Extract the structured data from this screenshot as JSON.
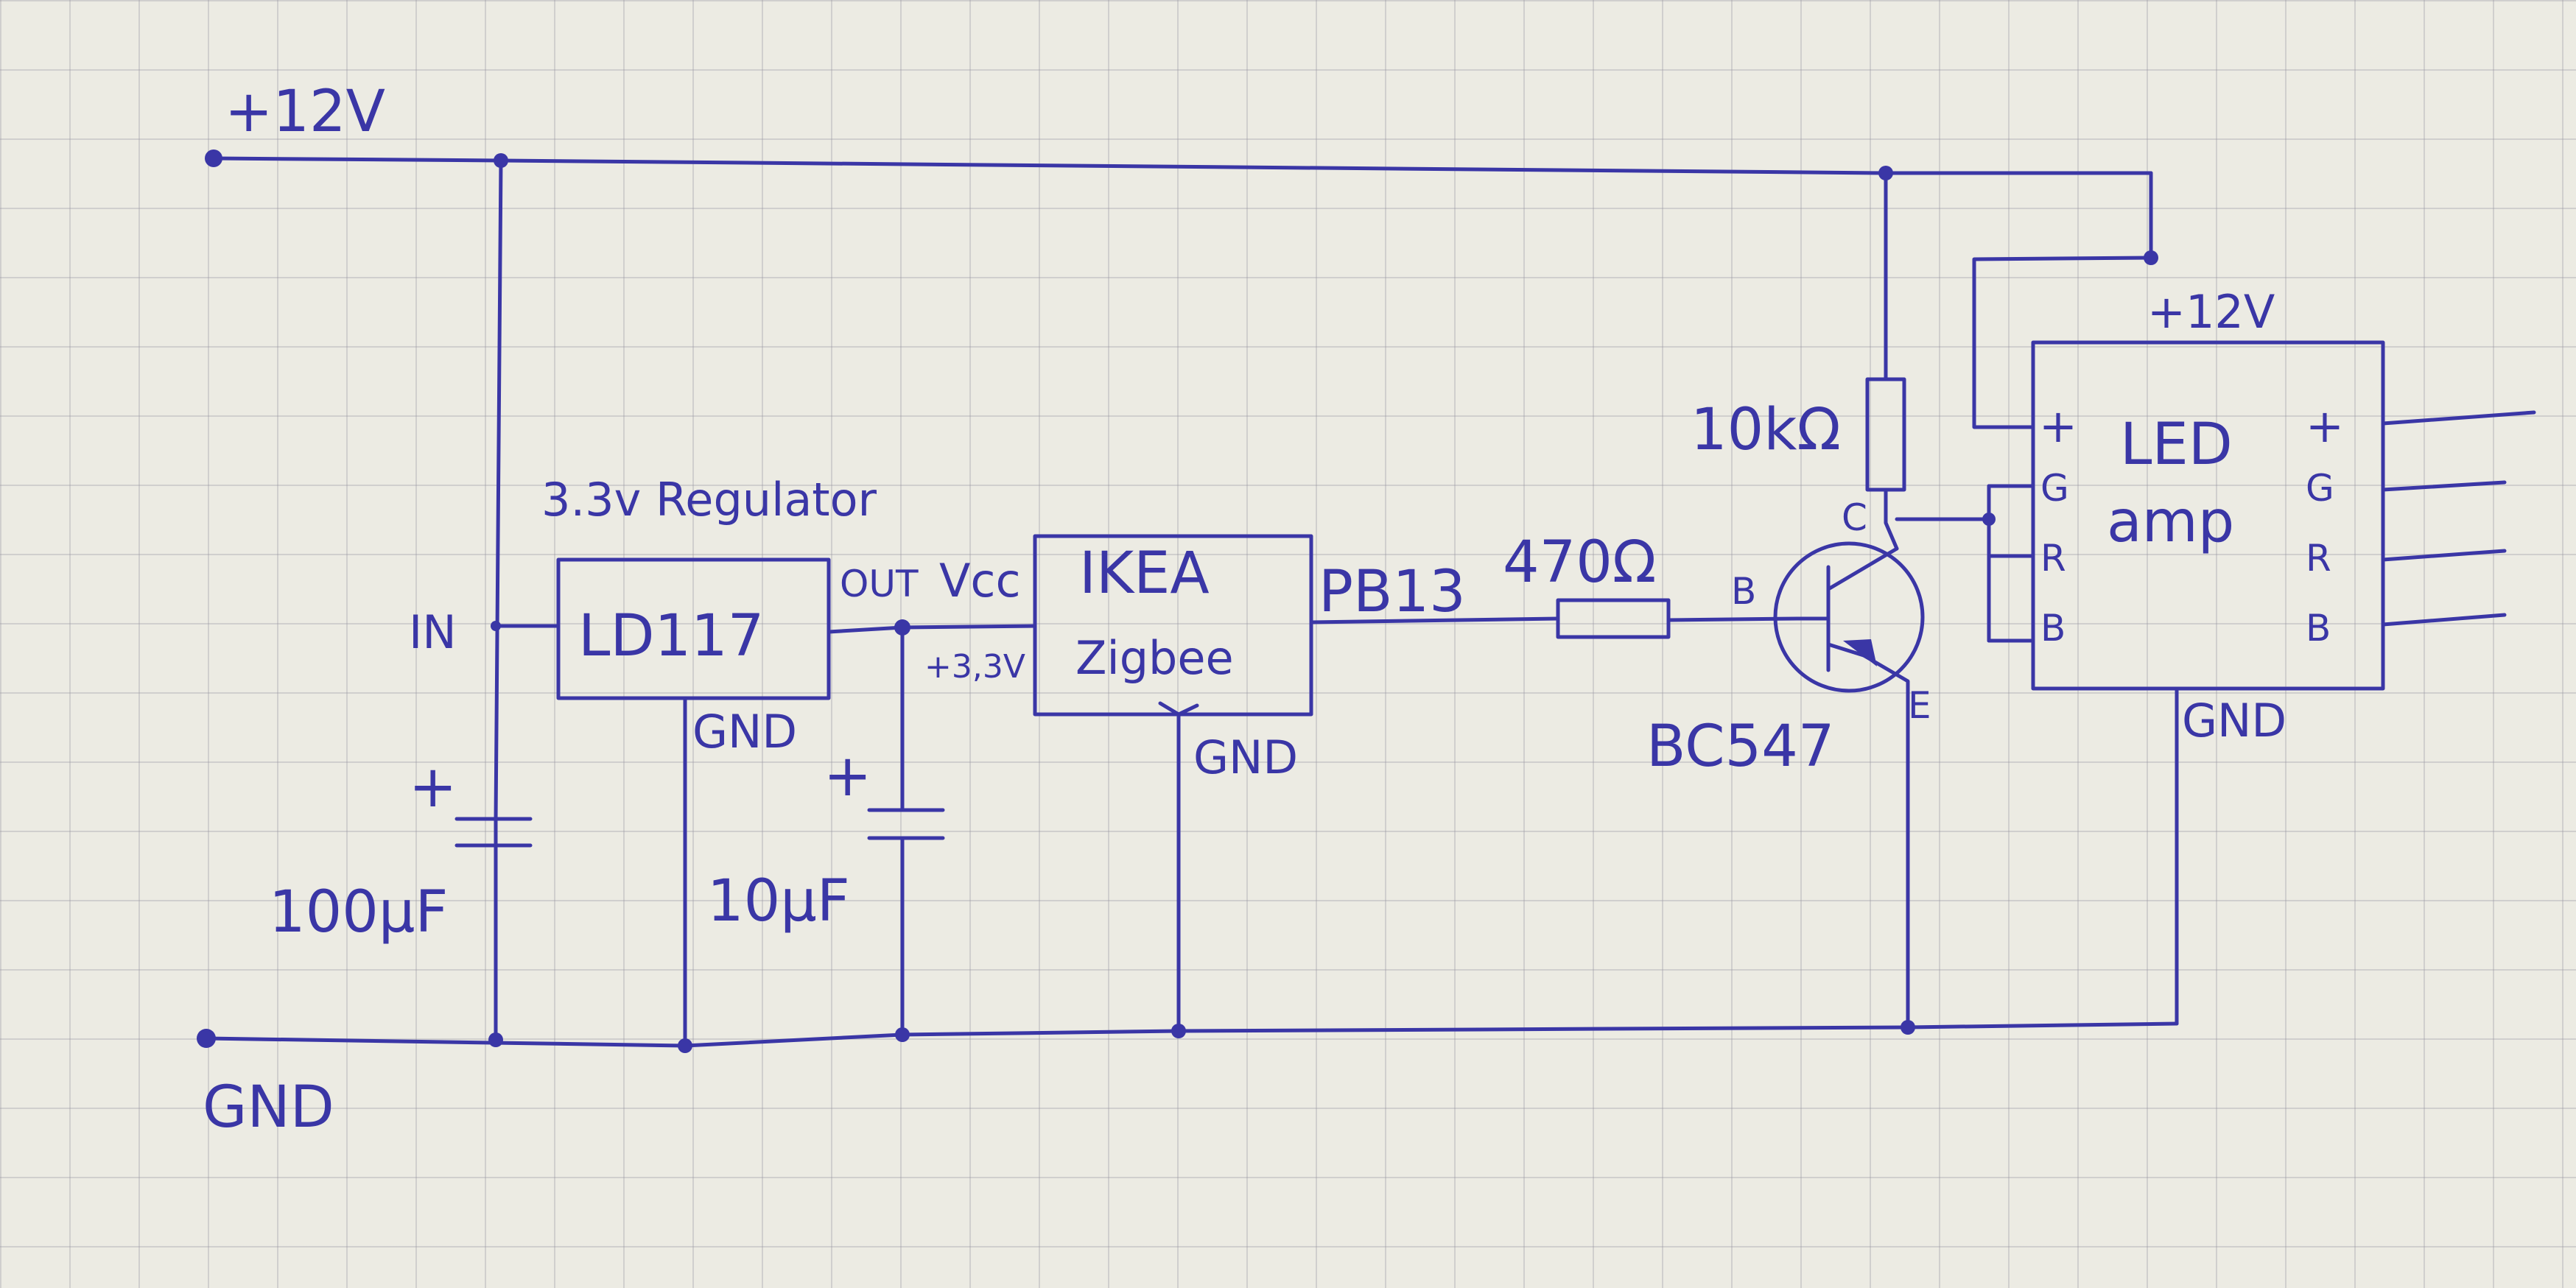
{
  "labels": {
    "vplus": "+12V",
    "gnd": "GND",
    "regulator_title": "3.3v Regulator",
    "regulator_part": "LD117",
    "reg_in": "IN",
    "reg_out": "OUT",
    "reg_gnd": "GND",
    "vcc": "Vcc",
    "v33": "+3,3V",
    "ikea_line1": "IKEA",
    "ikea_line2": "Zigbee",
    "ikea_pin": "PB13",
    "ikea_gnd": "GND",
    "r_base": "470Ω",
    "r_pull": "10kΩ",
    "transistor": "BC547",
    "pin_b": "B",
    "pin_c": "C",
    "pin_e": "E",
    "cap1_value": "100µF",
    "cap1_plus": "+",
    "cap2_value": "10µF",
    "cap2_plus": "+",
    "amp_line1": "LED",
    "amp_line2": "amp",
    "amp_supply": "+12V",
    "amp_in_plus": "+",
    "amp_in_g": "G",
    "amp_in_r": "R",
    "amp_in_b": "B",
    "amp_out_plus": "+",
    "amp_out_g": "G",
    "amp_out_r": "R",
    "amp_out_b": "B",
    "amp_gnd": "GND"
  },
  "colors": {
    "ink": "#3a36a6",
    "paper": "#ecebe3",
    "grid": "#9696a0"
  }
}
